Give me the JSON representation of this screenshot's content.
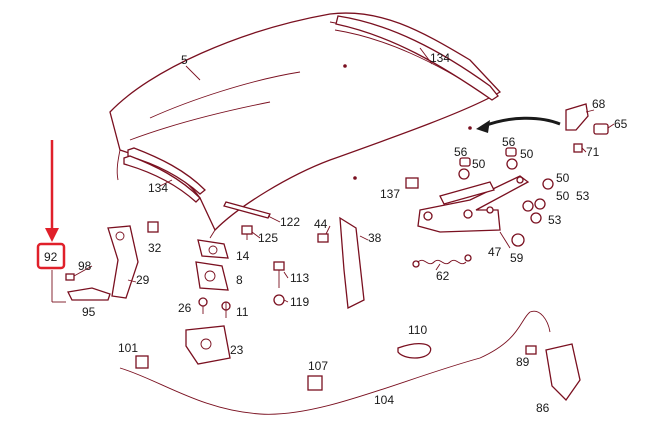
{
  "callouts": [
    {
      "id": "hood",
      "text": "5"
    },
    {
      "id": "seal-top",
      "text": "134"
    },
    {
      "id": "seal-left",
      "text": "134"
    },
    {
      "id": "p68",
      "text": "68"
    },
    {
      "id": "p65",
      "text": "65"
    },
    {
      "id": "p71",
      "text": "71"
    },
    {
      "id": "p56a",
      "text": "56"
    },
    {
      "id": "p56b",
      "text": "56"
    },
    {
      "id": "p50a",
      "text": "50"
    },
    {
      "id": "p50b",
      "text": "50"
    },
    {
      "id": "p50c",
      "text": "50"
    },
    {
      "id": "p50d",
      "text": "50"
    },
    {
      "id": "p137",
      "text": "137"
    },
    {
      "id": "p53a",
      "text": "53"
    },
    {
      "id": "p53b",
      "text": "53"
    },
    {
      "id": "p59",
      "text": "59"
    },
    {
      "id": "p47",
      "text": "47"
    },
    {
      "id": "p62",
      "text": "62"
    },
    {
      "id": "p122",
      "text": "122"
    },
    {
      "id": "p44",
      "text": "44"
    },
    {
      "id": "p38",
      "text": "38"
    },
    {
      "id": "p125",
      "text": "125"
    },
    {
      "id": "p14",
      "text": "14"
    },
    {
      "id": "p32",
      "text": "32"
    },
    {
      "id": "p98",
      "text": "98"
    },
    {
      "id": "p29",
      "text": "29"
    },
    {
      "id": "p95",
      "text": "95"
    },
    {
      "id": "p8",
      "text": "8"
    },
    {
      "id": "p113",
      "text": "113"
    },
    {
      "id": "p119",
      "text": "119"
    },
    {
      "id": "p26",
      "text": "26"
    },
    {
      "id": "p11",
      "text": "11"
    },
    {
      "id": "p23",
      "text": "23"
    },
    {
      "id": "p110",
      "text": "110"
    },
    {
      "id": "p101",
      "text": "101"
    },
    {
      "id": "p107",
      "text": "107"
    },
    {
      "id": "p89",
      "text": "89"
    },
    {
      "id": "p104",
      "text": "104"
    },
    {
      "id": "p86",
      "text": "86"
    }
  ],
  "highlight": {
    "text": "92",
    "color": "#e0202a"
  },
  "colors": {
    "line": "#7a1020",
    "text": "#1a1a1a",
    "highlight": "#e0202a"
  }
}
